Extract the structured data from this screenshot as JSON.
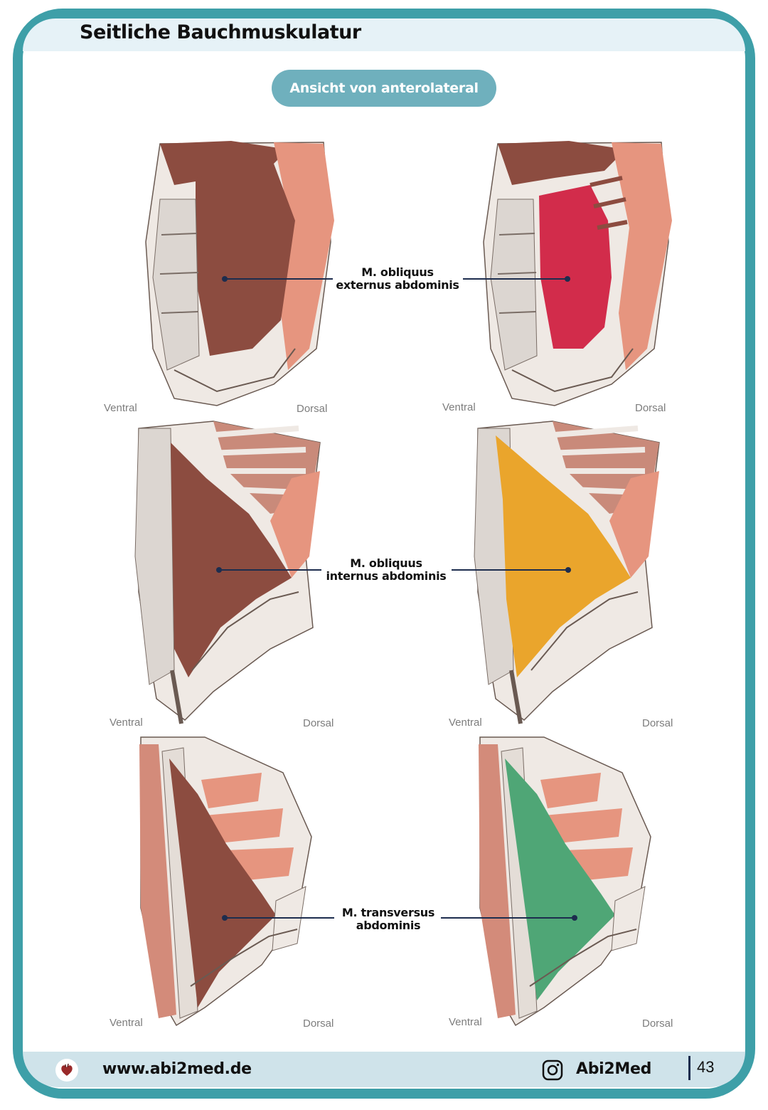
{
  "header": {
    "title": "Seitliche Bauchmuskulatur"
  },
  "view_pill": {
    "label": "Ansicht von anterolateral"
  },
  "rows": [
    {
      "muscle_label_line1": "M. obliquus",
      "muscle_label_line2": "externus abdominis",
      "highlight_color": "#d22c4b",
      "left": {
        "ventral": "Ventral",
        "dorsal": "Dorsal"
      },
      "right": {
        "ventral": "Ventral",
        "dorsal": "Dorsal"
      }
    },
    {
      "muscle_label_line1": "M. obliquus",
      "muscle_label_line2": "internus abdominis",
      "highlight_color": "#eaa52c",
      "left": {
        "ventral": "Ventral",
        "dorsal": "Dorsal"
      },
      "right": {
        "ventral": "Ventral",
        "dorsal": "Dorsal"
      }
    },
    {
      "muscle_label_line1": "M. transversus",
      "muscle_label_line2": "abdominis",
      "highlight_color": "#4fa676",
      "left": {
        "ventral": "Ventral",
        "dorsal": "Dorsal"
      },
      "right": {
        "ventral": "Ventral",
        "dorsal": "Dorsal"
      }
    }
  ],
  "footer": {
    "website": "www.abi2med.de",
    "instagram_handle": "Abi2Med",
    "page_number": "43",
    "logo_icon": "heart-logo-icon",
    "social_icon": "instagram-icon"
  },
  "colors": {
    "frame": "#3e9fa8",
    "pill": "#6fb0bd",
    "muscle_brown": "#8c4c40",
    "muscle_salmon": "#e6957f",
    "leader": "#1d2d4e"
  }
}
